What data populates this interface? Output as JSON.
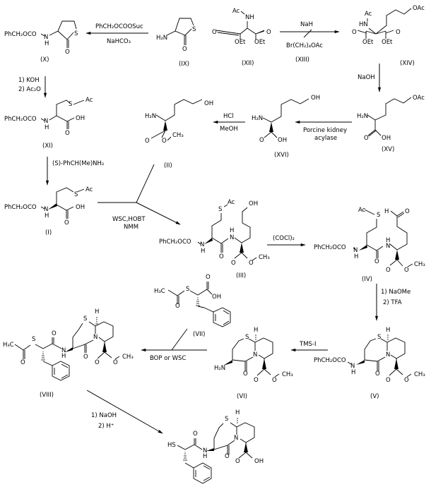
{
  "title": "Synthesis scheme of mercaptoacyl dipeptide (thiazepinone) ACE/NEP inhibitor",
  "compounds": {
    "X": {
      "label": "(X)",
      "substituent": "PhCH₂OCO",
      "nh": "N",
      "h": "H",
      "s": "S",
      "o": "O"
    },
    "IX": {
      "label": "(IX)",
      "amine": "H₂N",
      "s": "S",
      "o": "O"
    },
    "XII": {
      "label": "(XII)",
      "ac": "Ac",
      "nh": "NH",
      "o1": "O",
      "o2": "O",
      "oet1": "OEt",
      "oet2": "OEt"
    },
    "XIII": {
      "label": "(XIII)",
      "formula": "Br(CH₂)₄OAc"
    },
    "XIV": {
      "label": "(XIV)",
      "ac": "Ac",
      "hn": "HN",
      "oac": "OAc",
      "o1": "O",
      "o2": "O",
      "oet1": "OEt",
      "oet2": "OEt"
    },
    "XI": {
      "label": "(XI)",
      "substituent": "PhCH₂OCO",
      "nh": "N",
      "h": "H",
      "s": "S",
      "ac": "Ac",
      "oh": "OH",
      "o": "O"
    },
    "II": {
      "label": "(II)",
      "amine": "H₂N",
      "oh": "OH",
      "o1": "O",
      "o2": "O",
      "ch3": "CH₃"
    },
    "XVI": {
      "label": "(XVI)",
      "amine": "H₂N",
      "oh": "OH",
      "o": "O",
      "oh2": "OH"
    },
    "XV": {
      "label": "(XV)",
      "amine": "H₂N",
      "oac": "OAc",
      "o": "O",
      "oh": "OH"
    },
    "I": {
      "label": "(I)",
      "substituent": "PhCH₂OCO",
      "nh": "N",
      "h": "H",
      "s": "S",
      "ac": "Ac",
      "oh": "OH",
      "o": "O"
    },
    "III": {
      "label": "(III)",
      "substituent": "PhCH₂OCO",
      "nh": "N",
      "h": "H",
      "s": "S",
      "ac": "Ac",
      "oh": "OH",
      "o": "O",
      "hn": "H",
      "n2": "N",
      "o1": "O",
      "o2": "O",
      "ch3": "CH₃"
    },
    "IV": {
      "label": "(IV)",
      "substituent": "PhCH₂OCO",
      "nh": "N",
      "h": "H",
      "s": "S",
      "ac": "Ac",
      "cho_h": "H",
      "cho_o": "O",
      "o": "O",
      "hn": "H",
      "n2": "N",
      "o1": "O",
      "o2": "O",
      "ch3": "CH₃"
    },
    "VII": {
      "label": "(VII)",
      "h3c": "H₃C",
      "s": "S",
      "o": "O",
      "o2": "O",
      "oh": "OH"
    },
    "VIII": {
      "label": "(VIII)",
      "h3c": "H₃C",
      "s": "S",
      "o": "O",
      "o2": "O",
      "nh": "N",
      "h": "H",
      "s2": "S",
      "hstar": "H",
      "n": "N",
      "o3": "O",
      "o4": "O",
      "o5": "O",
      "ch3": "CH₃"
    },
    "VI": {
      "label": "(VI)",
      "amine": "H₂N",
      "s": "S",
      "h": "H",
      "n": "N",
      "o": "O",
      "o1": "O",
      "o2": "O",
      "ch3": "CH₃"
    },
    "V": {
      "label": "(V)",
      "substituent": "PhCH₂OCO",
      "nh": "N",
      "h": "H",
      "s": "S",
      "hstar": "H",
      "n": "N",
      "o": "O",
      "o1": "O",
      "o2": "O",
      "ch3": "CH₃"
    },
    "final": {
      "hs": "HS",
      "o": "O",
      "nh": "N",
      "h": "H",
      "s": "S",
      "hstar": "H",
      "n": "N",
      "o2": "O",
      "o3": "O",
      "oh": "OH"
    }
  },
  "reagents": {
    "ix_to_x": [
      "PhCH₂OCOOSuc",
      "NaHCO₃"
    ],
    "xii_to_xiv": [
      "NaH"
    ],
    "xiv_to_xv": [
      "NaOH"
    ],
    "x_to_xi": [
      "1) KOH",
      "2) Ac₂O"
    ],
    "xv_to_xvi": [
      "Porcine kidney",
      "acylase"
    ],
    "xvi_to_ii": [
      "HCl",
      "MeOH"
    ],
    "xi_to_i": [
      "(S)-PhCH(Me)NH₂"
    ],
    "i_ii_to_iii": [
      "WSC,HOBT",
      "NMM"
    ],
    "iii_to_iv": [
      "(COCl)₂"
    ],
    "iv_to_v": [
      "1) NaOMe",
      "2) TFA"
    ],
    "v_to_vi": [
      "TMS-I"
    ],
    "vi_vii_to_viii": [
      "BOP or WSC"
    ],
    "viii_to_final": [
      "1) NaOH",
      "2) H⁺"
    ]
  }
}
